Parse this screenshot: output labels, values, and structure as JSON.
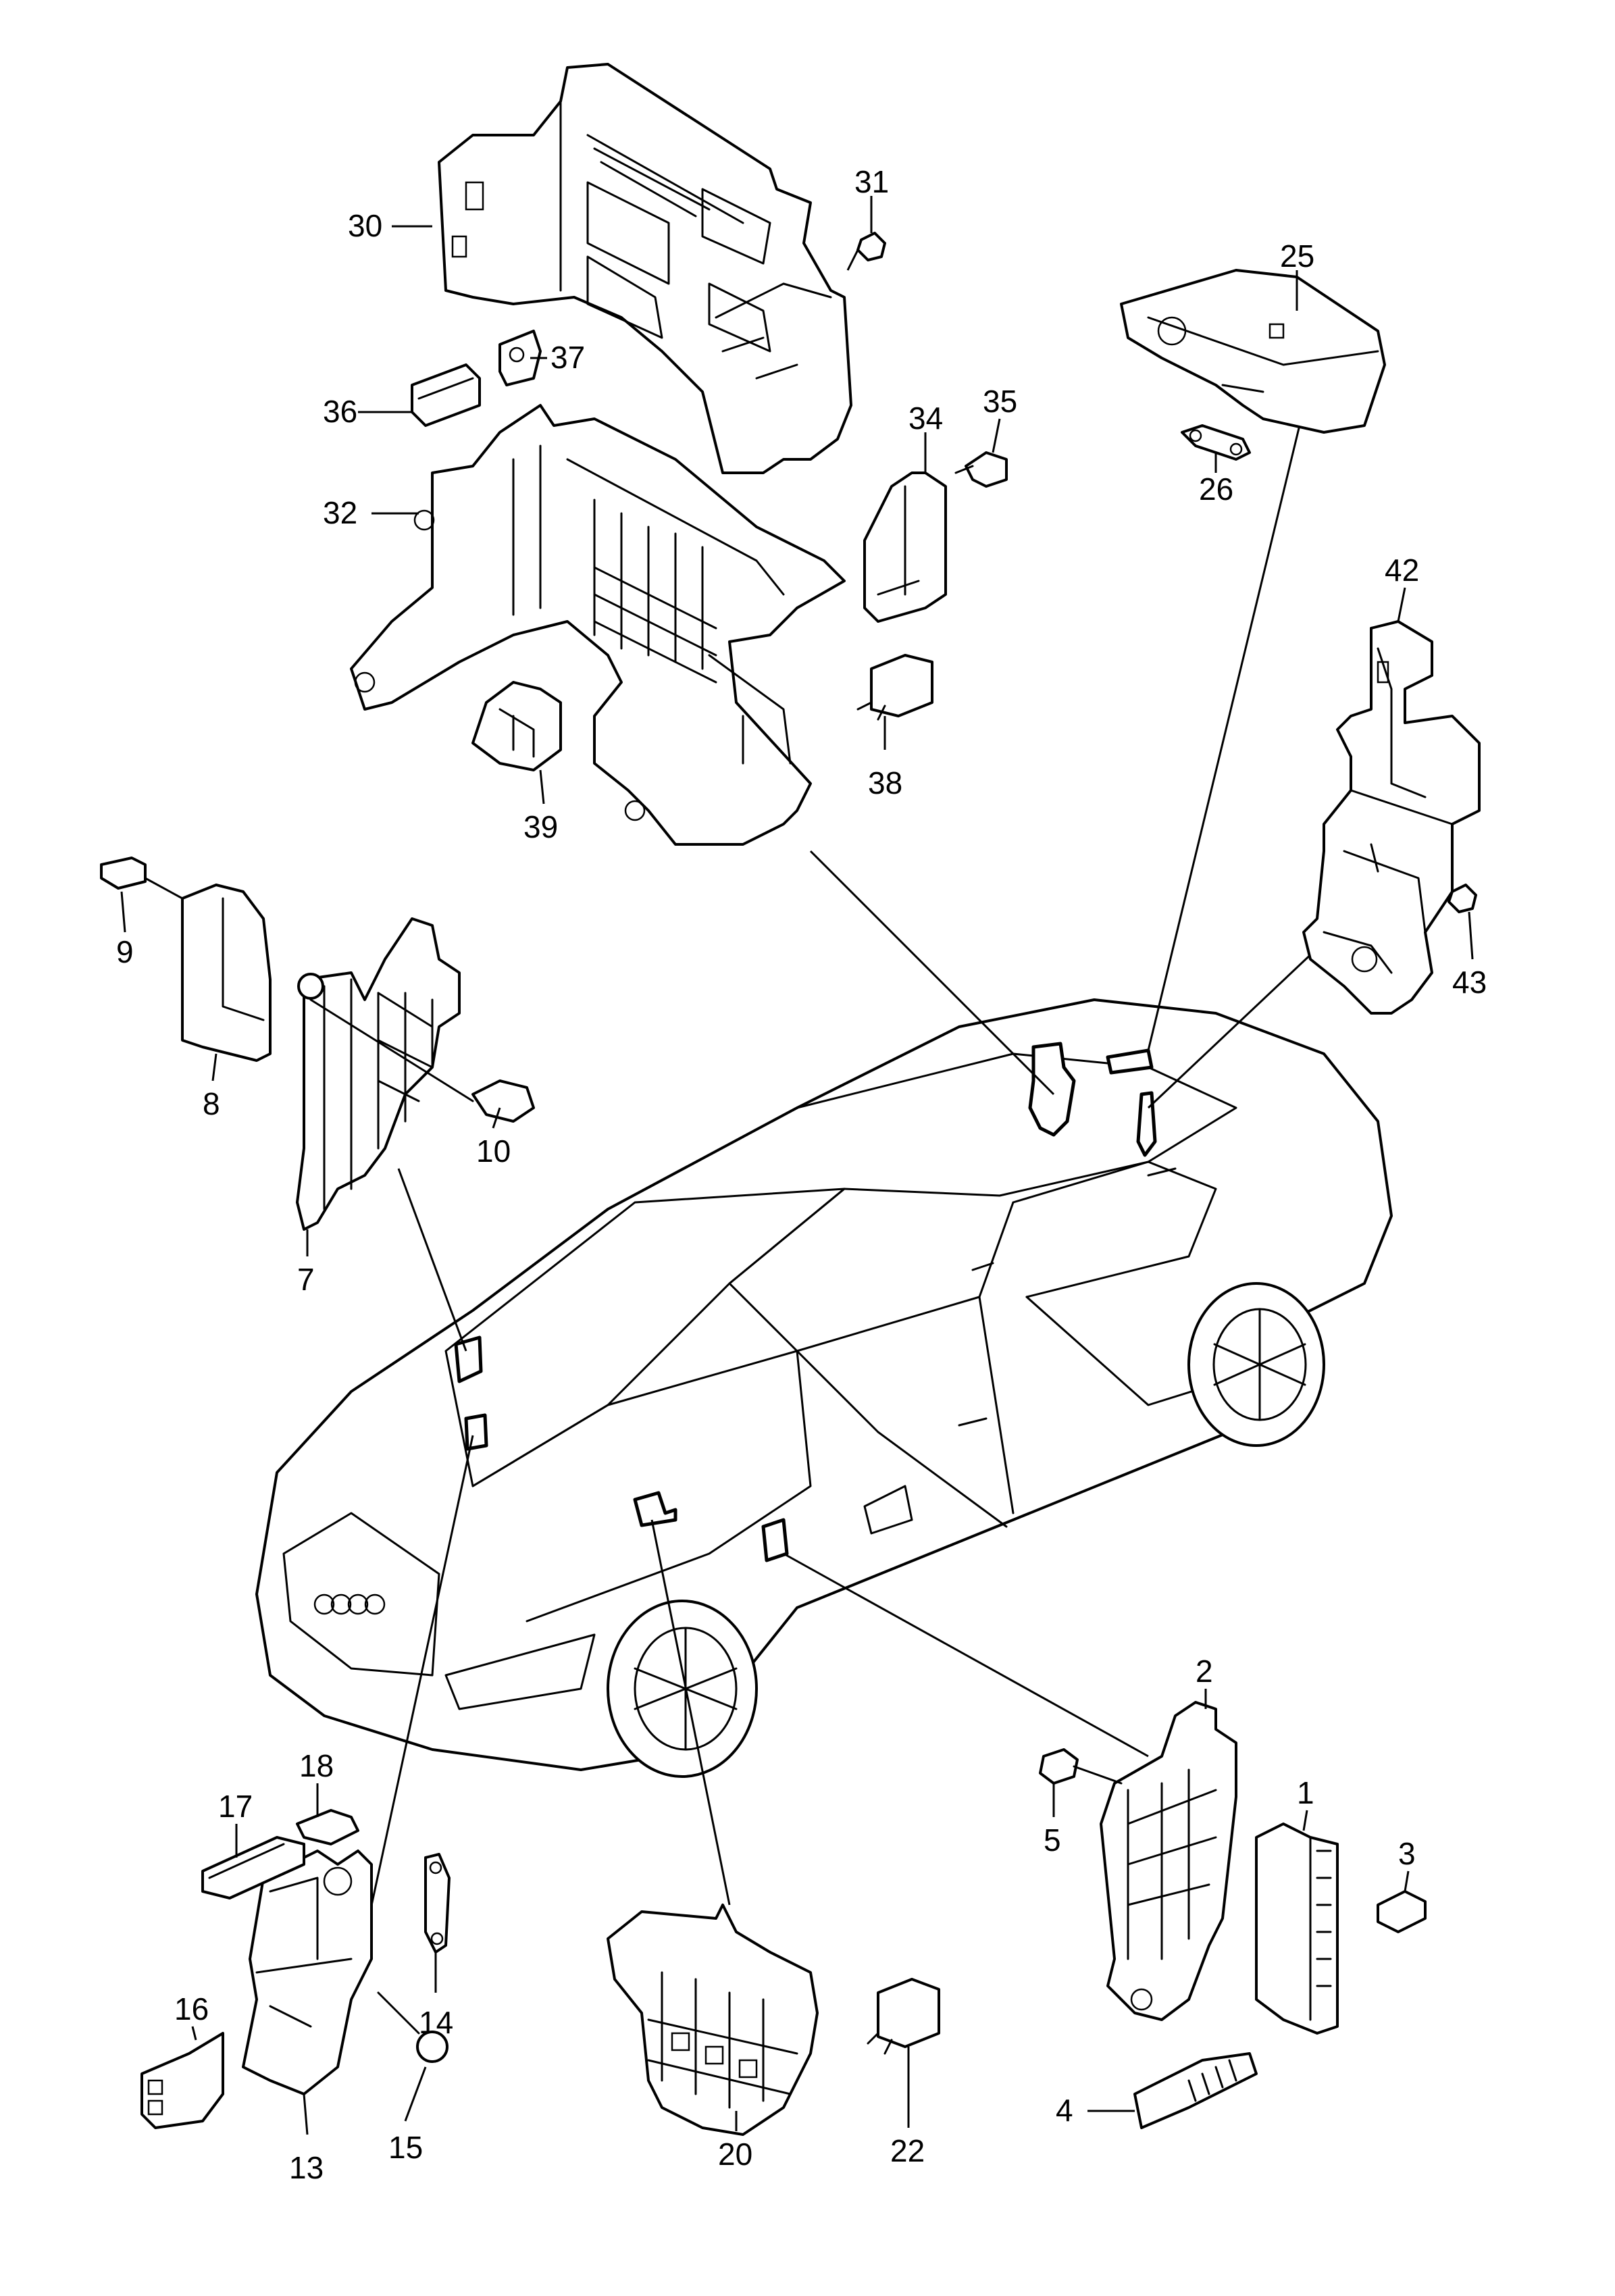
{
  "callouts": {
    "c1": "1",
    "c2": "2",
    "c3": "3",
    "c4": "4",
    "c5": "5",
    "c7": "7",
    "c8": "8",
    "c9": "9",
    "c10": "10",
    "c13": "13",
    "c14": "14",
    "c15": "15",
    "c16": "16",
    "c17": "17",
    "c18": "18",
    "c20": "20",
    "c22": "22",
    "c25": "25",
    "c26": "26",
    "c30": "30",
    "c31": "31",
    "c32": "32",
    "c34": "34",
    "c35": "35",
    "c36": "36",
    "c37": "37",
    "c38": "38",
    "c39": "39",
    "c42": "42",
    "c43": "43"
  },
  "colors": {
    "line": "#000000",
    "background": "#ffffff"
  },
  "vehicle_icon": "four-door-sedan-outline"
}
